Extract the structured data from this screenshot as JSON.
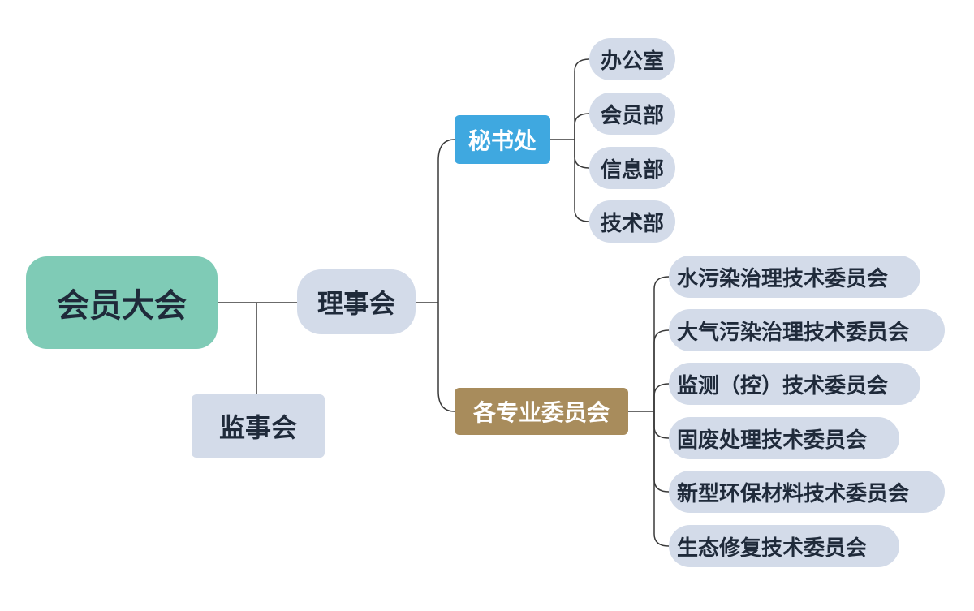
{
  "root": {
    "label": "会员大会"
  },
  "council": {
    "label": "理事会"
  },
  "supervisory_board": {
    "label": "监事会"
  },
  "secretariat": {
    "label": "秘书处",
    "items": [
      {
        "label": "办公室"
      },
      {
        "label": "会员部"
      },
      {
        "label": "信息部"
      },
      {
        "label": "技术部"
      }
    ]
  },
  "committees": {
    "label": "各专业委员会",
    "items": [
      {
        "label": "水污染治理技术委员会"
      },
      {
        "label": "大气污染治理技术委员会"
      },
      {
        "label": "监测（控）技术委员会"
      },
      {
        "label": "固废处理技术委员会"
      },
      {
        "label": "新型环保材料技术委员会"
      },
      {
        "label": "生态修复技术委员会"
      }
    ]
  },
  "colors": {
    "root": "#7fcbb6",
    "node": "#d3dbe9",
    "secretariat": "#3fa8e0",
    "committees": "#a88c5c",
    "connector": "#3a3a3a"
  }
}
